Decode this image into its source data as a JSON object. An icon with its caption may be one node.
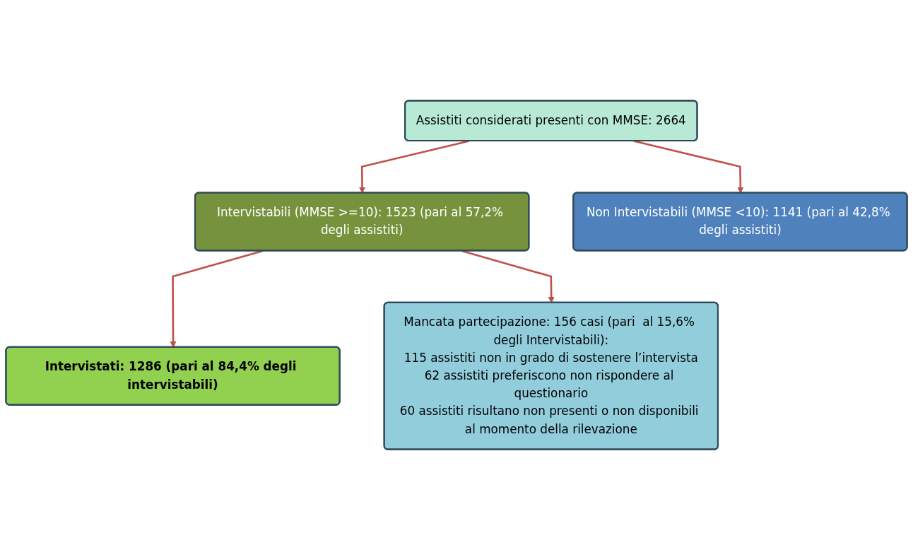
{
  "diagram": {
    "nodes": [
      {
        "text": [
          "Assistiti considerati presenti con MMSE: 2664"
        ]
      },
      {
        "text": [
          "Intervistabili (MMSE >=10): 1523 (pari al 57,2% degli assistiti)"
        ]
      },
      {
        "text": [
          "Non Intervistabili (MMSE <10): 1141 (pari al 42,8% degli assistiti)"
        ]
      },
      {
        "text": [
          "Intervistati: 1286 (pari al 84,4% degli intervistabili)"
        ]
      },
      {
        "text": [
          "Mancata partecipazione: 156 casi (pari  al 15,6% degli Intervistabili):",
          "115 assistiti non in grado di sostenere l’intervista",
          "62 assistiti preferiscono non rispondere al questionario",
          "60 assistiti risultano non presenti o non disponibili al momento della rilevazione"
        ]
      }
    ],
    "edges": [
      {
        "from": 0,
        "to": 1,
        "arrow": "to"
      },
      {
        "from": 0,
        "to": 2,
        "arrow": "to"
      },
      {
        "from": 1,
        "to": 3,
        "arrow": "to"
      },
      {
        "from": 1,
        "to": 4,
        "arrow": "to"
      }
    ]
  }
}
